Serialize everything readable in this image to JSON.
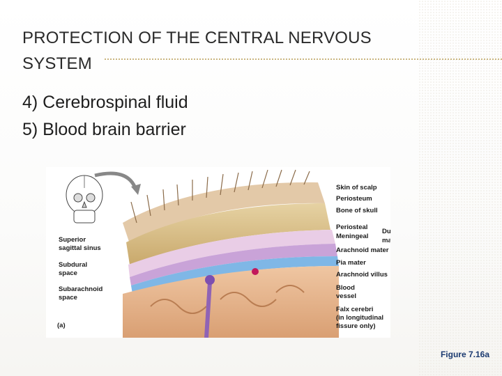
{
  "slide": {
    "title_line1": "PROTECTION OF THE CENTRAL NERVOUS",
    "title_line2": "SYSTEM",
    "bullets": [
      "4) Cerebrospinal fluid",
      "5) Blood brain barrier"
    ],
    "caption": "Figure 7.16a"
  },
  "figure": {
    "panel_letter": "(a)",
    "labels_right": {
      "skin": "Skin of scalp",
      "periosteum": "Periosteum",
      "bone": "Bone of skull",
      "periosteal": "Periosteal",
      "meningeal": "Meningeal",
      "dura_1": "Dura",
      "dura_2": "mater",
      "arachnoid": "Arachnoid mater",
      "pia": "Pia mater",
      "villus": "Arachnoid villus",
      "vessel_1": "Blood",
      "vessel_2": "vessel",
      "falx_1": "Falx cerebri",
      "falx_2": "(in longitudinal",
      "falx_3": "fissure only)"
    },
    "labels_left": {
      "sinus_1": "Superior",
      "sinus_2": "sagittal sinus",
      "subdural_1": "Subdural",
      "subdural_2": "space",
      "subarach_1": "Subarachnoid",
      "subarach_2": "space"
    }
  },
  "colors": {
    "caption": "#1b3a70",
    "skin": "#e3c9a8",
    "bone": "#d9c08e",
    "dura": "#e9cde6",
    "pia": "#7fb7e6",
    "brain": "#e3b58f"
  }
}
